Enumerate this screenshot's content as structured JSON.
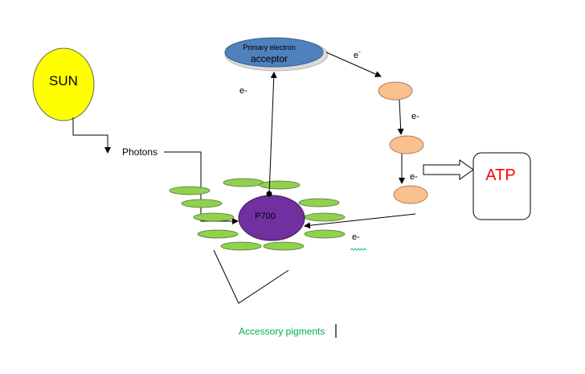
{
  "diagram": {
    "sun_label": "SUN",
    "photons_label": "Photons",
    "primary_acceptor_line1": "Primary electron",
    "primary_acceptor_line2": "acceptor",
    "p700_label": "P700",
    "atp_label": "ATP",
    "electron_labels": {
      "left_of_up_arrow": "e-",
      "top_right": "e",
      "top_right_superscript": "-",
      "carrier1_to_2": "e-",
      "carrier2_to_3": "e-",
      "return": "e-"
    },
    "accessory_label": "Accessory pigments"
  },
  "colors": {
    "sun_fill": "#ffff00",
    "acceptor_fill": "#4f81bd",
    "pigment_fill": "#92d050",
    "p700_fill": "#7030a0",
    "carrier_fill": "#fac090",
    "atp_text": "#ff0000",
    "accessory_text": "#00b050"
  }
}
